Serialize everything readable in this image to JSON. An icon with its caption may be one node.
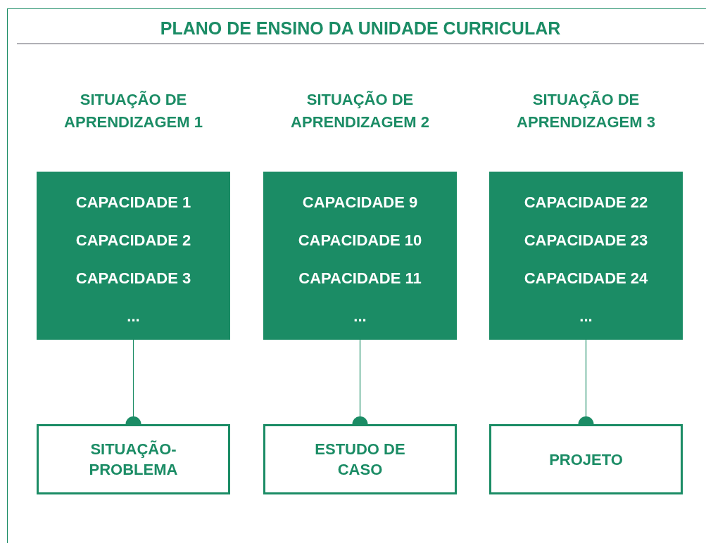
{
  "diagram": {
    "title": "PLANO DE ENSINO DA UNIDADE CURRICULAR",
    "nodes": [
      {
        "text": [
          "CAPACIDADE 1",
          "CAPACIDADE 2",
          "CAPACIDADE 3",
          "..."
        ]
      },
      {
        "text": [
          "CAPACIDADE 9",
          "CAPACIDADE 10",
          "CAPACIDADE 11",
          "..."
        ]
      },
      {
        "text": [
          "CAPACIDADE 22",
          "CAPACIDADE 23",
          "CAPACIDADE 24",
          "..."
        ]
      },
      {
        "text": [
          "SITUAÇÃO- PROBLEMA"
        ]
      },
      {
        "text": [
          "ESTUDO DE CASO"
        ]
      },
      {
        "text": [
          "PROJETO"
        ]
      }
    ],
    "edges": [
      {
        "from": 0,
        "to": 3,
        "arrow": "other"
      },
      {
        "from": 1,
        "to": 4,
        "arrow": "other"
      },
      {
        "from": 2,
        "to": 5,
        "arrow": "other"
      }
    ],
    "labels": [
      "SITUAÇÃO DE APRENDIZAGEM 1",
      "SITUAÇÃO DE APRENDIZAGEM 2",
      "SITUAÇÃO DE APRENDIZAGEM 3"
    ]
  }
}
